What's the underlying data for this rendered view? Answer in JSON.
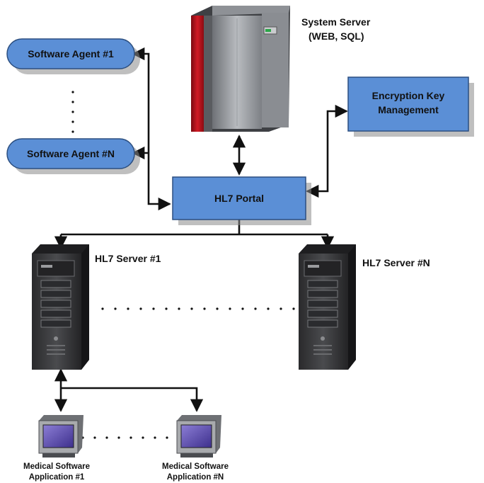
{
  "nodes": {
    "agent_1": "Software Agent #1",
    "agent_n": "Software Agent #N",
    "system_server": {
      "line1": "System Server",
      "line2": "(WEB, SQL)"
    },
    "encryption": {
      "line1": "Encryption Key",
      "line2": "Management"
    },
    "portal": "HL7 Portal",
    "hl7_server_1": "HL7 Server #1",
    "hl7_server_n": "HL7 Server #N",
    "app_1": {
      "line1": "Medical Software",
      "line2": "Application #1"
    },
    "app_n": {
      "line1": "Medical Software",
      "line2": "Application #N"
    }
  },
  "colors": {
    "box_fill": "#5b8fd6",
    "box_stroke": "#2c4f80",
    "line": "#111111",
    "server_red": "#c0141e"
  },
  "icons": [
    "server-rack-icon",
    "tower-server-icon",
    "computer-terminal-icon"
  ]
}
